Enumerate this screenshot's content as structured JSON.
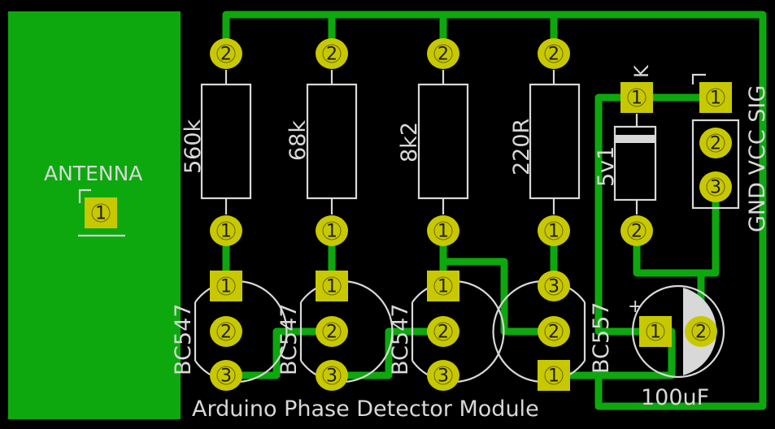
{
  "board_title": "Arduino Phase Detector Module",
  "antenna": {
    "label": "ANTENNA",
    "pad": "1"
  },
  "resistors": [
    {
      "value": "560k",
      "pad_top": "2",
      "pad_bottom": "1"
    },
    {
      "value": "68k",
      "pad_top": "2",
      "pad_bottom": "1"
    },
    {
      "value": "8k2",
      "pad_top": "2",
      "pad_bottom": "1"
    },
    {
      "value": "220R",
      "pad_top": "2",
      "pad_bottom": "1"
    }
  ],
  "transistors": [
    {
      "part": "BC547",
      "pins": [
        "1",
        "2",
        "3"
      ]
    },
    {
      "part": "BC547",
      "pins": [
        "1",
        "2",
        "3"
      ]
    },
    {
      "part": "BC547",
      "pins": [
        "1",
        "2",
        "3"
      ]
    },
    {
      "part": "BC557",
      "pins": [
        "3",
        "2",
        "1"
      ]
    }
  ],
  "zener": {
    "value": "5v1",
    "cathode_mark": "K",
    "pins": [
      "1",
      "2"
    ]
  },
  "connector": {
    "labels": "GND VCC SIG",
    "pins": [
      "1",
      "2",
      "3"
    ]
  },
  "capacitor": {
    "value": "100uF",
    "polarity": "+",
    "pins": [
      "1",
      "2"
    ]
  },
  "colors": {
    "copper": "#0da80d",
    "pad": "#c8c800",
    "silk": "#d8d8d8",
    "background": "#000000"
  }
}
